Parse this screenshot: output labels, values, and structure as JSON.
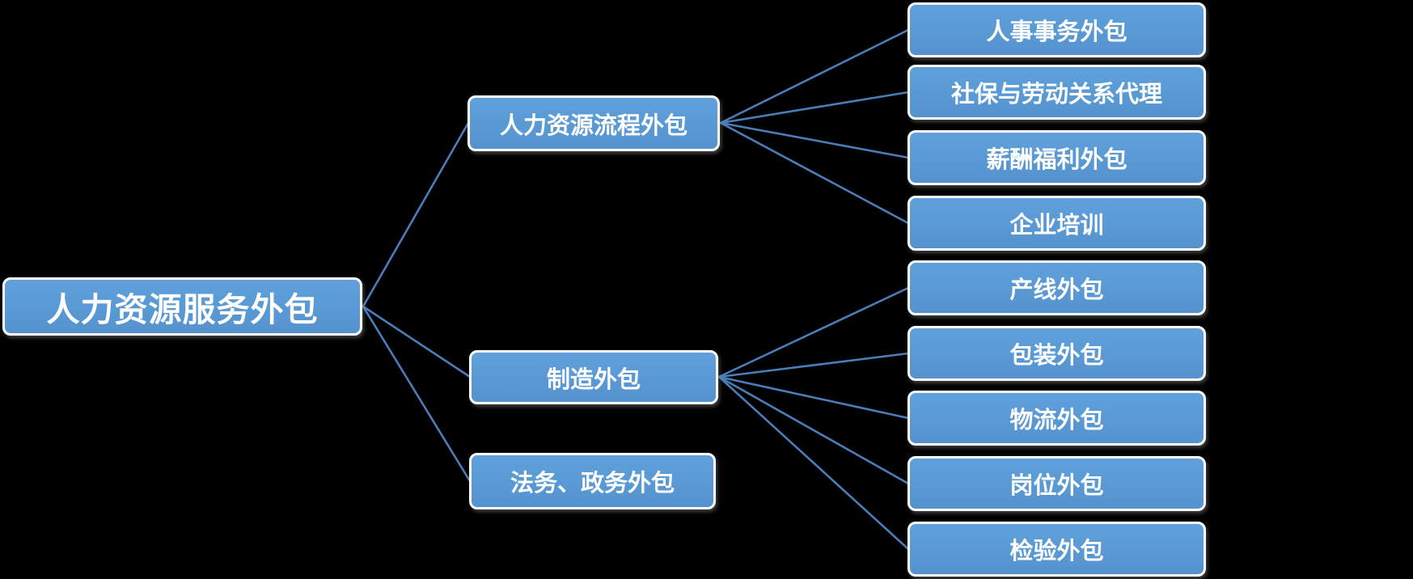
{
  "diagram": {
    "type": "tree",
    "background_color": "#000000",
    "node_fill_color": "#5b9bd5",
    "node_border_color": "#ffffff",
    "connector_color": "#4a7ebb",
    "text_color": "#ffffff",
    "root": {
      "label": "人力资源服务外包"
    },
    "branches": [
      {
        "label": "人力资源流程外包",
        "children": [
          {
            "label": "人事事务外包"
          },
          {
            "label": "社保与劳动关系代理"
          },
          {
            "label": "薪酬福利外包"
          },
          {
            "label": "企业培训"
          }
        ]
      },
      {
        "label": "制造外包",
        "children": [
          {
            "label": "产线外包"
          },
          {
            "label": "包装外包"
          },
          {
            "label": "物流外包"
          },
          {
            "label": "岗位外包"
          },
          {
            "label": "检验外包"
          }
        ]
      },
      {
        "label": "法务、政务外包",
        "children": []
      }
    ]
  }
}
